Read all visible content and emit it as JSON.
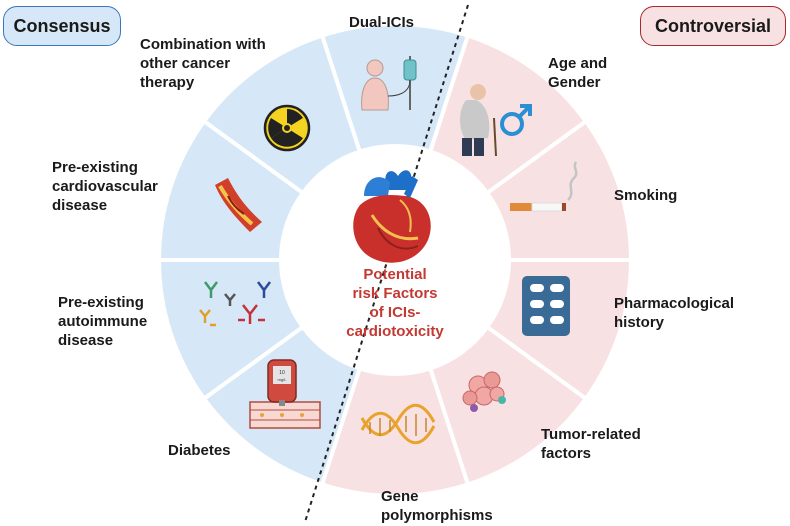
{
  "groups": {
    "consensus": "Consensus",
    "controversial": "Controversial"
  },
  "center_title": "Potential\nrisk Factors\nof ICIs-\ncardiotoxicity",
  "factors": {
    "dual_icis": "Dual-ICIs",
    "combination": "Combination with\nother cancer\ntherapy",
    "cardiovascular": "Pre-existing\ncardiovascular\ndisease",
    "autoimmune": "Pre-existing\nautoimmune\ndisease",
    "diabetes": "Diabetes",
    "age_gender": "Age and\nGender",
    "smoking": "Smoking",
    "pharmacological": "Pharmacological\nhistory",
    "tumor": "Tumor-related\nfactors",
    "gene": "Gene\npolymorphisms"
  },
  "monitor_reading": "10\nmg/L",
  "colors": {
    "consensus_fill": "#d6e8f7",
    "consensus_border": "#3b77b8",
    "controversial_fill": "#f8e1e3",
    "controversial_border": "#a7282e",
    "center_text": "#c23a33"
  }
}
